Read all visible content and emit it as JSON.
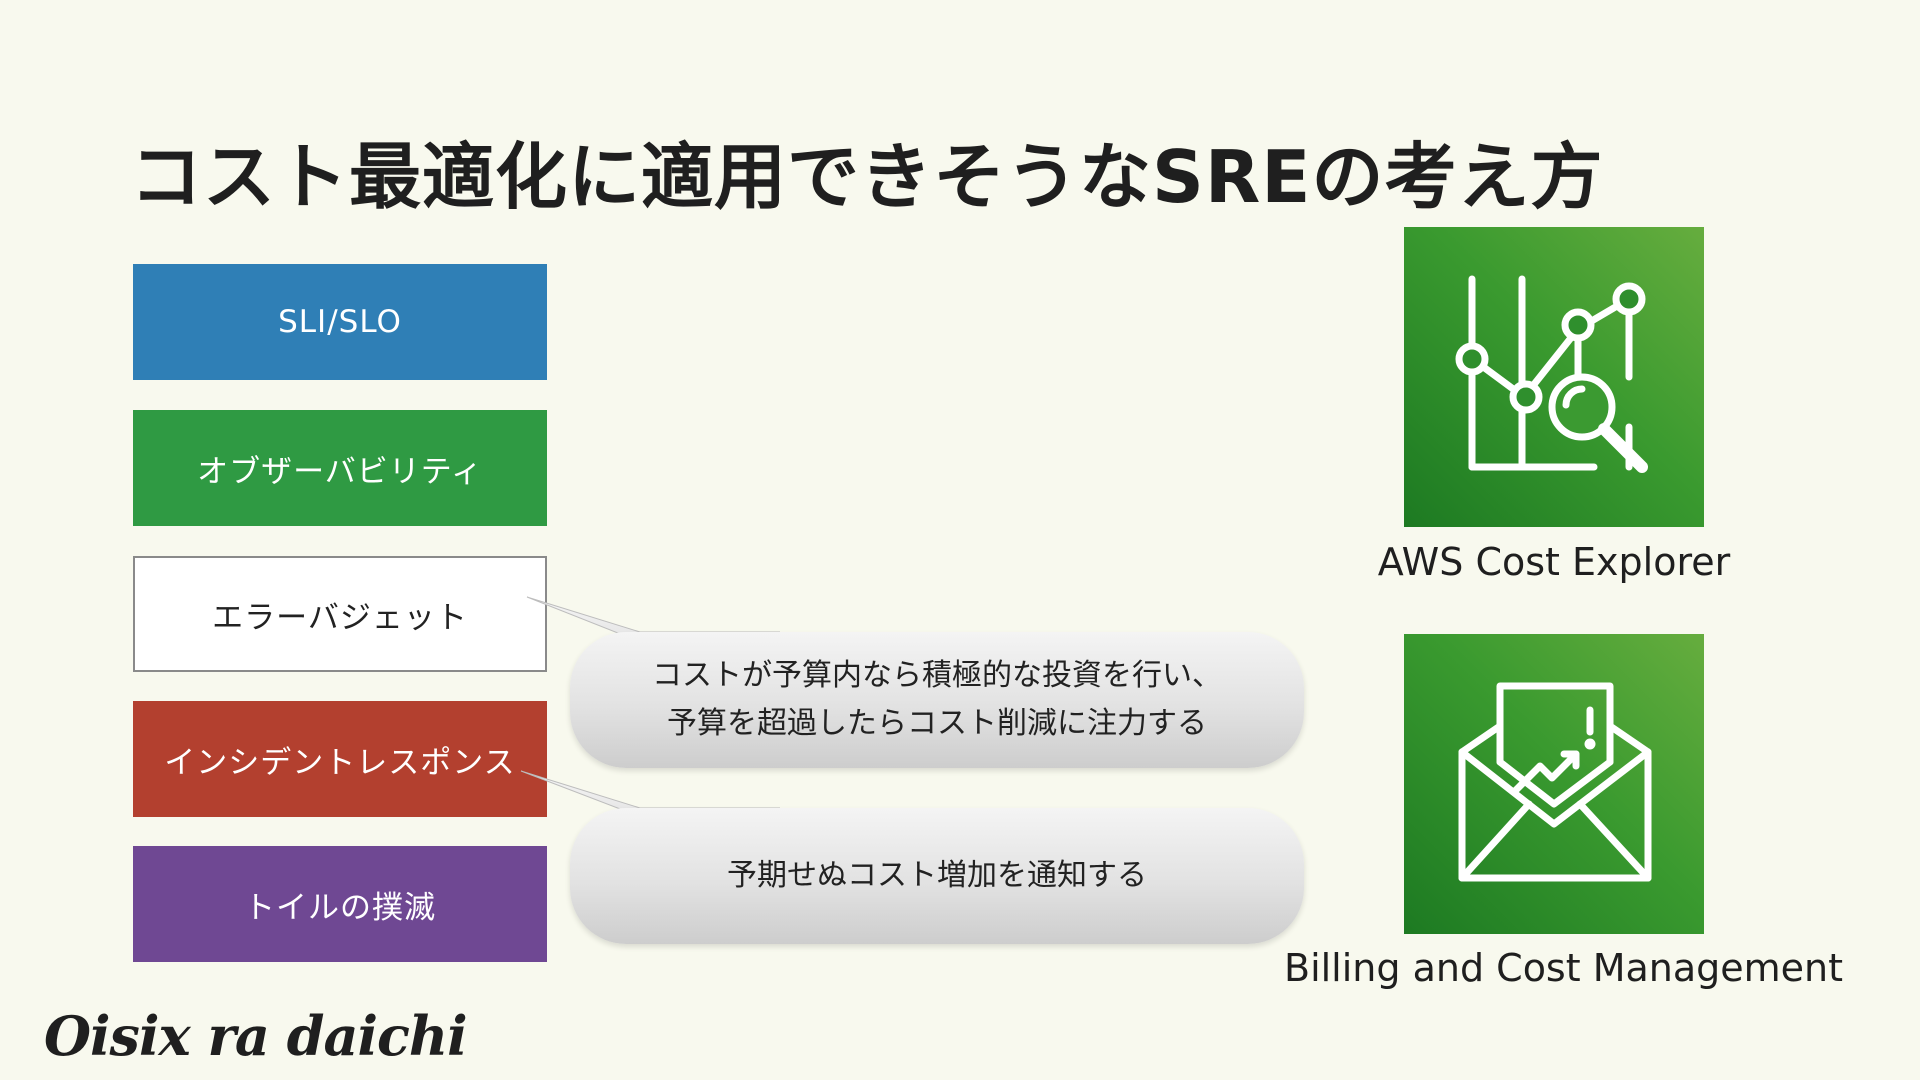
{
  "slide": {
    "title": "コスト最適化に適用できそうなSREの考え方",
    "concepts": [
      {
        "label": "SLI/SLO",
        "color": "#2f7fb6"
      },
      {
        "label": "オブザーバビリティ",
        "color": "#2f9a43"
      },
      {
        "label": "エラーバジェット",
        "color": "#ffffff"
      },
      {
        "label": "インシデントレスポンス",
        "color": "#b3402f"
      },
      {
        "label": "トイルの撲滅",
        "color": "#6f4893"
      }
    ],
    "callouts": [
      {
        "text": "コストが予算内なら積極的な投資を行い、\n予算を超過したらコスト削減に注力する"
      },
      {
        "text": "予期せぬコスト増加を通知する"
      }
    ],
    "services": [
      {
        "label": "AWS Cost Explorer",
        "icon": "cost-explorer-icon"
      },
      {
        "label": "Billing and Cost Management",
        "icon": "billing-icon"
      }
    ],
    "logo": "Oisix ra daichi",
    "accent_green": "#3a9a2f"
  }
}
